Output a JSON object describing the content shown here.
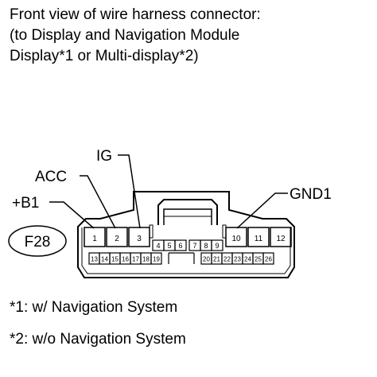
{
  "header": {
    "line1": "Front view of wire harness connector:",
    "line2": "(to Display and Navigation Module",
    "line3": "Display*1 or Multi-display*2)"
  },
  "connector": {
    "code": "F28",
    "callouts": {
      "ig": "IG",
      "acc": "ACC",
      "b1": "+B1",
      "gnd1": "GND1"
    },
    "pins": {
      "p1": "1",
      "p2": "2",
      "p3": "3",
      "p4": "4",
      "p5": "5",
      "p6": "6",
      "p7": "7",
      "p8": "8",
      "p9": "9",
      "p10": "10",
      "p11": "11",
      "p12": "12",
      "p13": "13",
      "p14": "14",
      "p15": "15",
      "p16": "16",
      "p17": "17",
      "p18": "18",
      "p19": "19",
      "p20": "20",
      "p21": "21",
      "p22": "22",
      "p23": "23",
      "p24": "24",
      "p25": "25",
      "p26": "26"
    }
  },
  "footnotes": {
    "note1": "*1: w/ Navigation System",
    "note2": "*2: w/o Navigation System"
  }
}
